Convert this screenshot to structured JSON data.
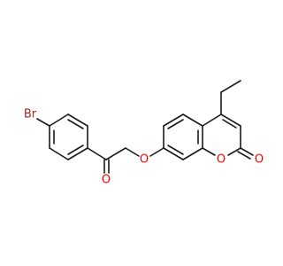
{
  "molecule": {
    "atoms": {
      "bromine": "Br",
      "ketone_oxygen": "O",
      "ether_oxygen": "O",
      "ring_oxygen": "O",
      "carbonyl_oxygen": "O"
    },
    "colors": {
      "bond": "#1a1a1a",
      "bromine": "#a52a2a",
      "oxygen": "#ff0000"
    }
  }
}
